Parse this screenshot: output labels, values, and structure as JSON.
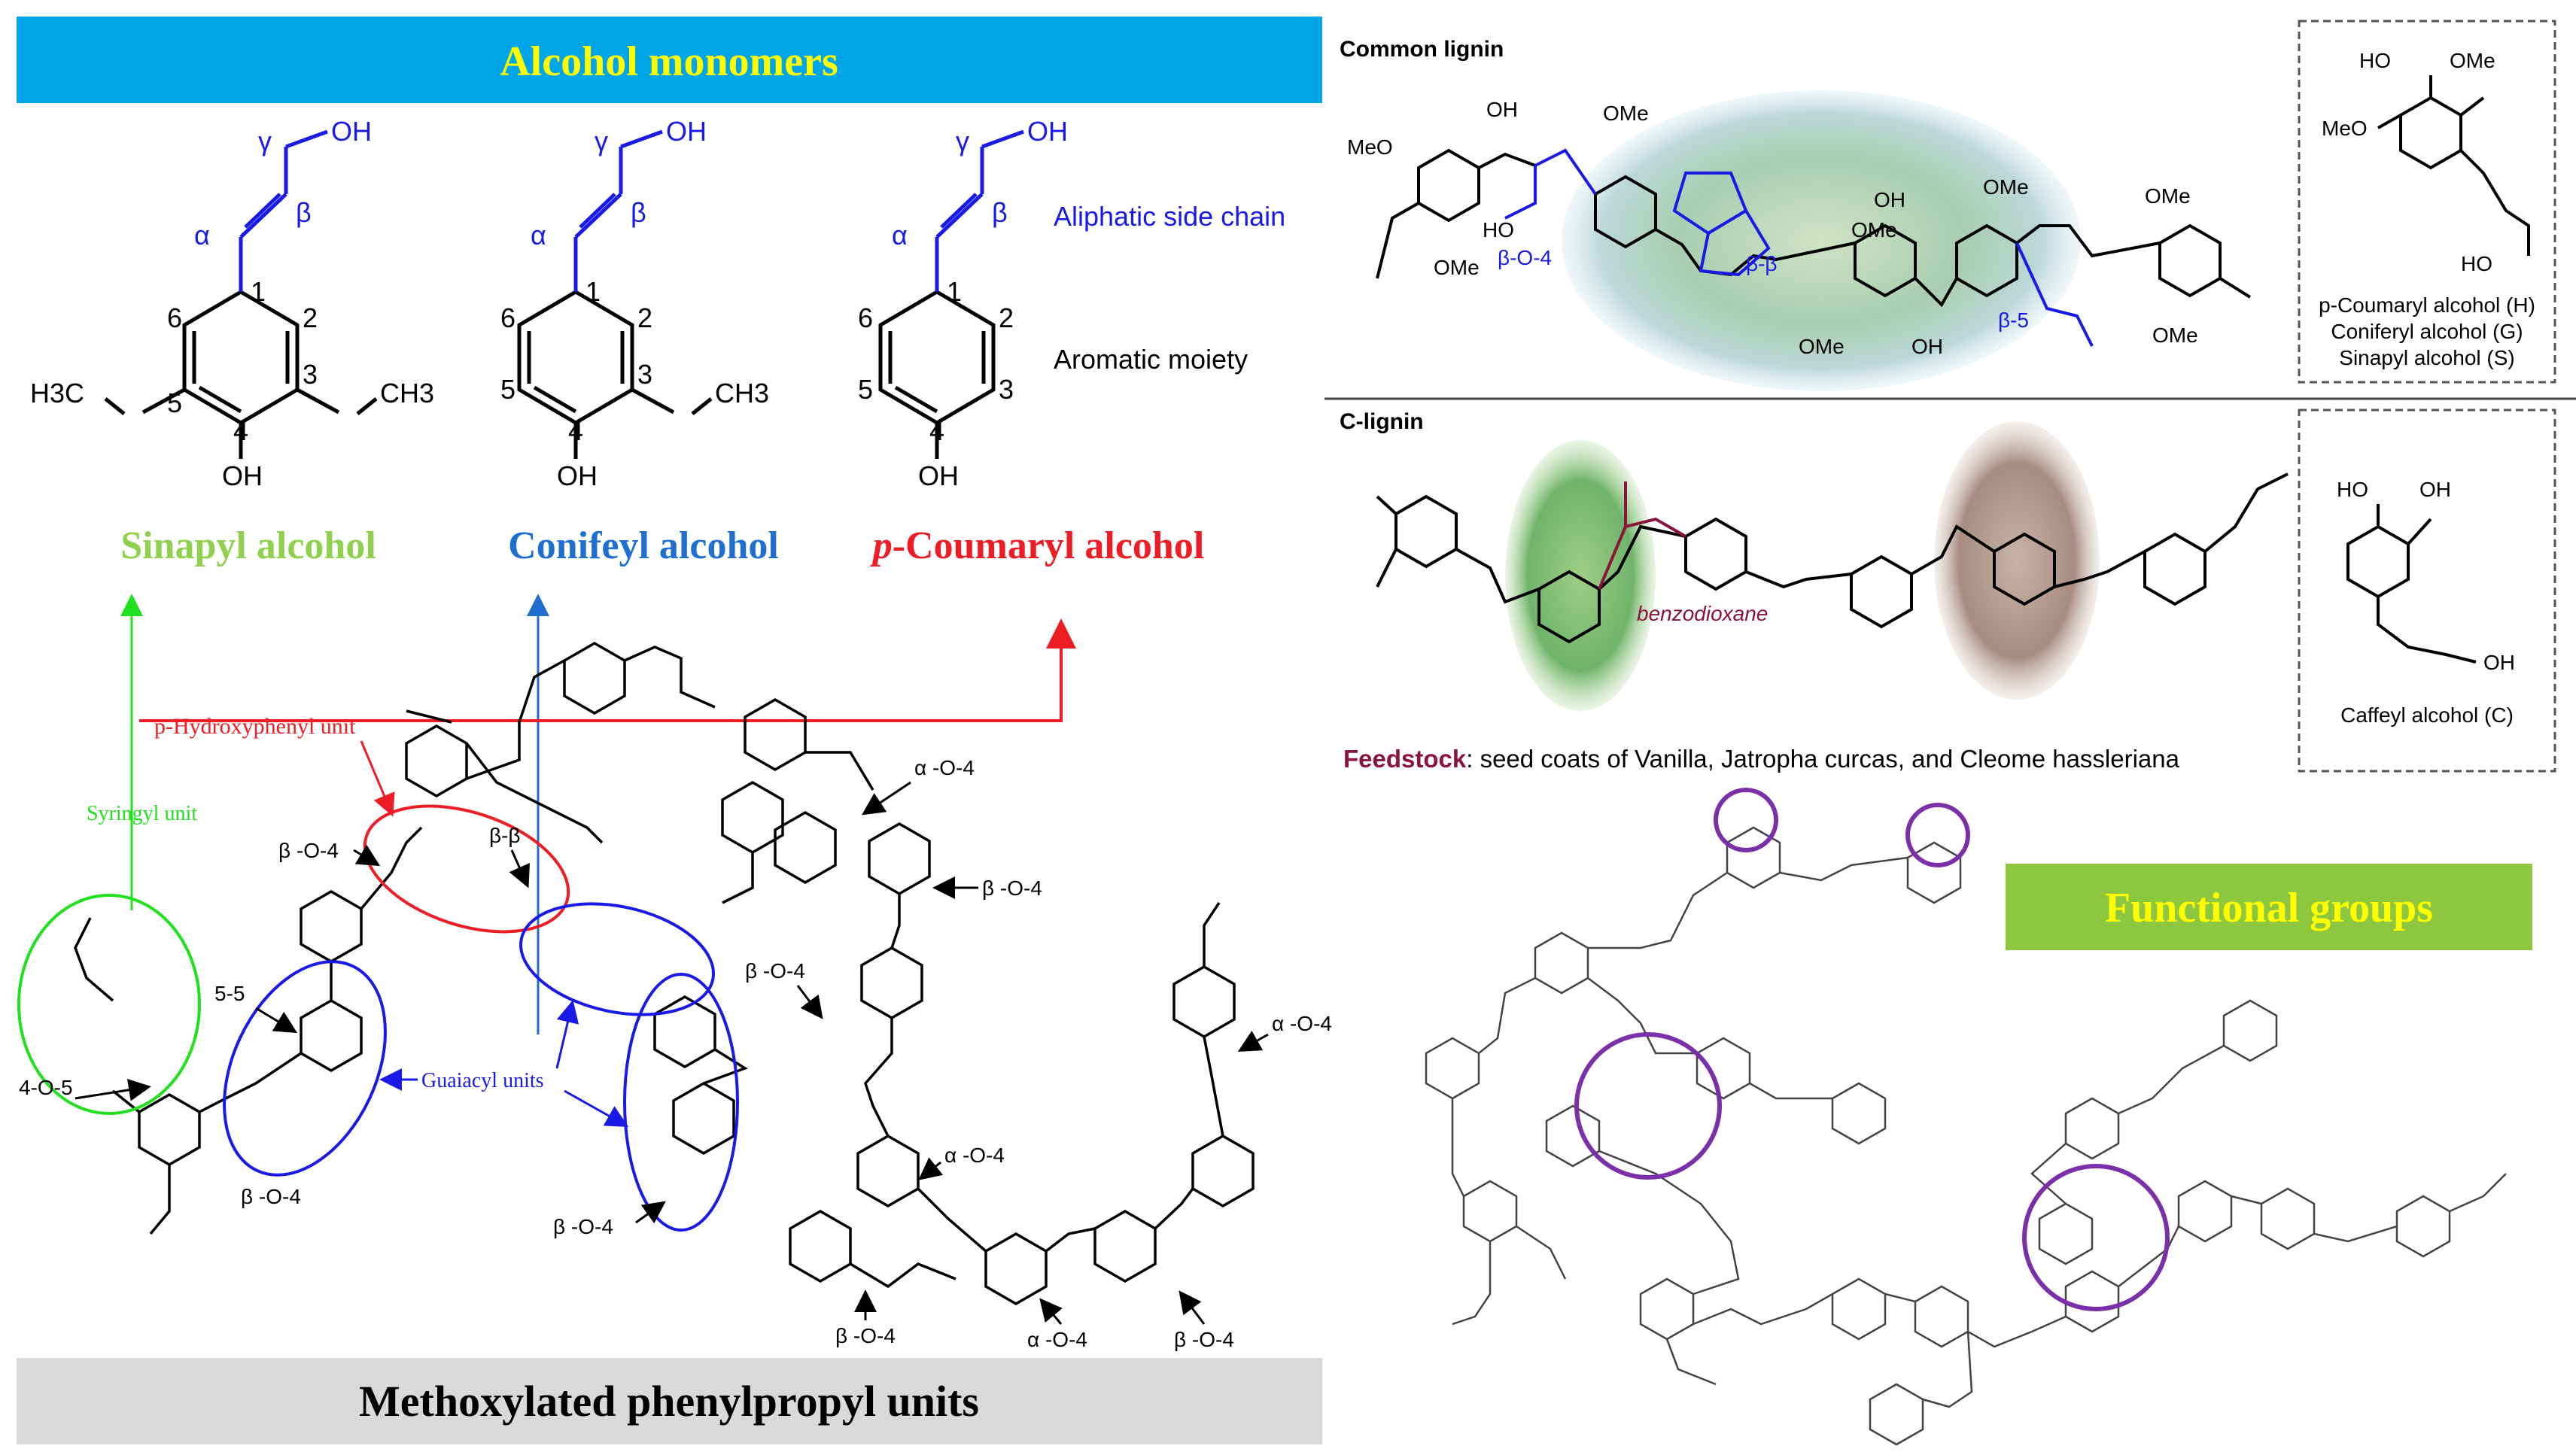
{
  "left_panel": {
    "banner_top": "Alcohol monomers",
    "banner_bottom": "Methoxylated phenylpropyl units",
    "monomers": [
      {
        "name": "Sinapyl alcohol",
        "color": "#8fd14f"
      },
      {
        "name": "Conifeyl alcohol",
        "color": "#1f6fd0"
      },
      {
        "prefix": "p",
        "name": "-Coumaryl alcohol",
        "color": "#ee1c24"
      }
    ],
    "side_chain_label": "Aliphatic side chain",
    "aromatic_label": "Aromatic moiety",
    "greek": {
      "alpha": "α",
      "beta": "β",
      "gamma": "γ"
    },
    "atoms": {
      "oh": "OH",
      "h3co": "H3C",
      "och3": "CH3",
      "n1": "1",
      "n2": "2",
      "n3": "3",
      "n4": "4",
      "n5": "5",
      "n6": "6"
    },
    "unit_labels": {
      "p_hydroxyphenyl": "p-Hydroxyphenyl unit",
      "syringyl": "Syringyl unit",
      "guaiacyl": "Guaiacyl units"
    },
    "linkages": [
      "β -O-4",
      "β-β",
      "α -O-4",
      "5-5",
      "4-O-5",
      "β -O-4",
      "β -O-4",
      "β -O-4",
      "α -O-4",
      "α -O-4",
      "β -O-4",
      "β -O-4",
      "α -O-4",
      "β -O-4"
    ]
  },
  "right_panel": {
    "common_lignin_title": "Common lignin",
    "common_linkages": [
      "β-O-4",
      "β-β",
      "β-5"
    ],
    "common_atoms": [
      "MeO",
      "OMe",
      "OH",
      "HO",
      "OMe",
      "OMe",
      "OMe",
      "OMe",
      "OH",
      "OH",
      "OMe",
      "OMe"
    ],
    "monolignol_box": [
      "p-Coumaryl alcohol (H)",
      "Coniferyl alcohol (G)",
      "Sinapyl alcohol (S)"
    ],
    "monolignol_atoms": {
      "ho": "HO",
      "ome": "OMe",
      "meo": "MeO",
      "oh": "HO"
    },
    "c_lignin_title": "C-lignin",
    "benzodioxane": "benzodioxane",
    "caffeyl": "Caffeyl alcohol (C)",
    "caffeyl_atoms": {
      "ho1": "HO",
      "oh1": "OH",
      "oh2": "OH"
    },
    "feedstock_label": "Feedstock",
    "feedstock_text": ": seed coats of Vanilla, Jatropha curcas, and Cleome hassleriana",
    "functional_groups": "Functional groups"
  },
  "colors": {
    "banner_blue": "#00a6e8",
    "banner_green": "#8dc63f",
    "banner_text_yellow": "#ffff00",
    "banner_gray": "#d9d9d9",
    "p_hydroxyphenyl": "#ee1c24",
    "syringyl": "#21e01e",
    "guaiacyl": "#1a1ae6",
    "purple_circle": "#7b2fa8",
    "feedstock": "#8a1538"
  }
}
